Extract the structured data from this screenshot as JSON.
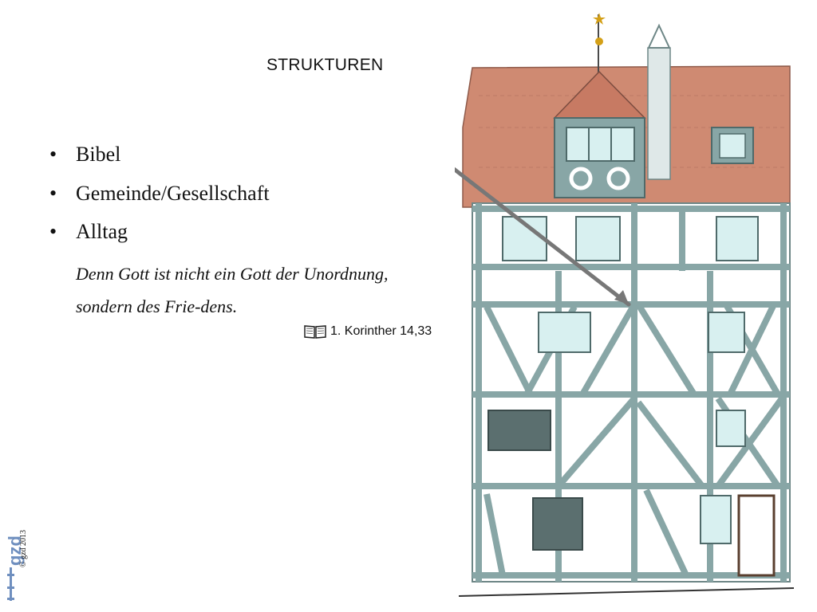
{
  "slide": {
    "title": "STRUKTUREN",
    "bullets": [
      {
        "label": "Bibel"
      },
      {
        "label": "Gemeinde/Gesellschaft"
      },
      {
        "label": "Alltag"
      }
    ],
    "quote_line1": "Denn Gott ist nicht ein Gott der Unordnung,",
    "quote_line2": "sondern des Frie-dens.",
    "reference": "1. Korinther 14,33",
    "reference_icon": "book-icon",
    "logo": "gzd",
    "copyright": "© gzd 2013"
  },
  "colors": {
    "roof": "#cf8a72",
    "timber": "#88a6a6",
    "window_glass": "#d8f0f0",
    "dark_window": "#5b6f6f"
  }
}
